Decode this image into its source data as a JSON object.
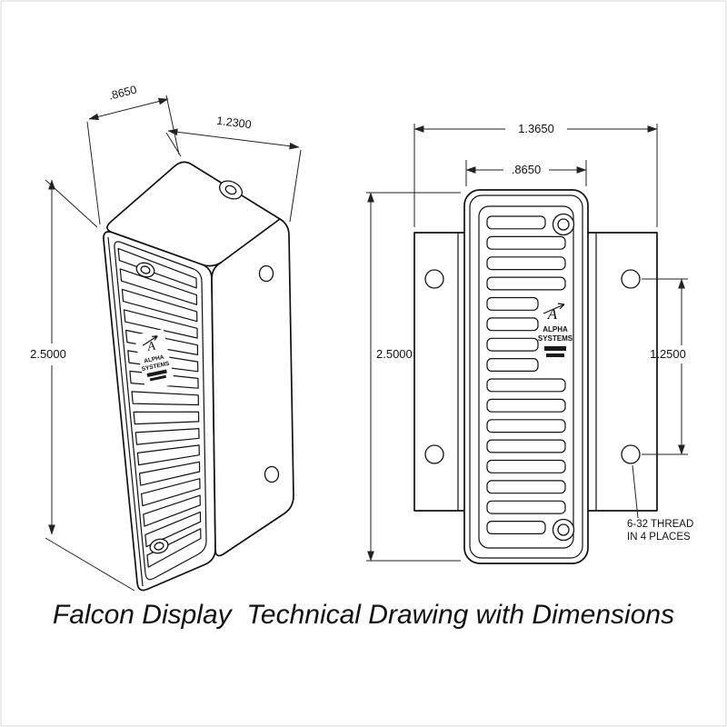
{
  "page": {
    "background": "#ffffff",
    "line_color": "#111111"
  },
  "caption": "Falcon Display  Technical Drawing with Dimensions",
  "brand": {
    "glyph": "A",
    "name_line1": "ALPHA",
    "name_line2": "SYSTEMS"
  },
  "iso_view": {
    "dim_width": ".8650",
    "dim_depth": "1.2300",
    "dim_height": "2.5000"
  },
  "front_view": {
    "dim_overall_width": "1.3650",
    "dim_body_width": ".8650",
    "dim_height": "2.5000",
    "dim_hole_spacing": "1.2500",
    "thread_note_line1": "6-32 THREAD",
    "thread_note_line2": "IN 4 PLACES"
  }
}
